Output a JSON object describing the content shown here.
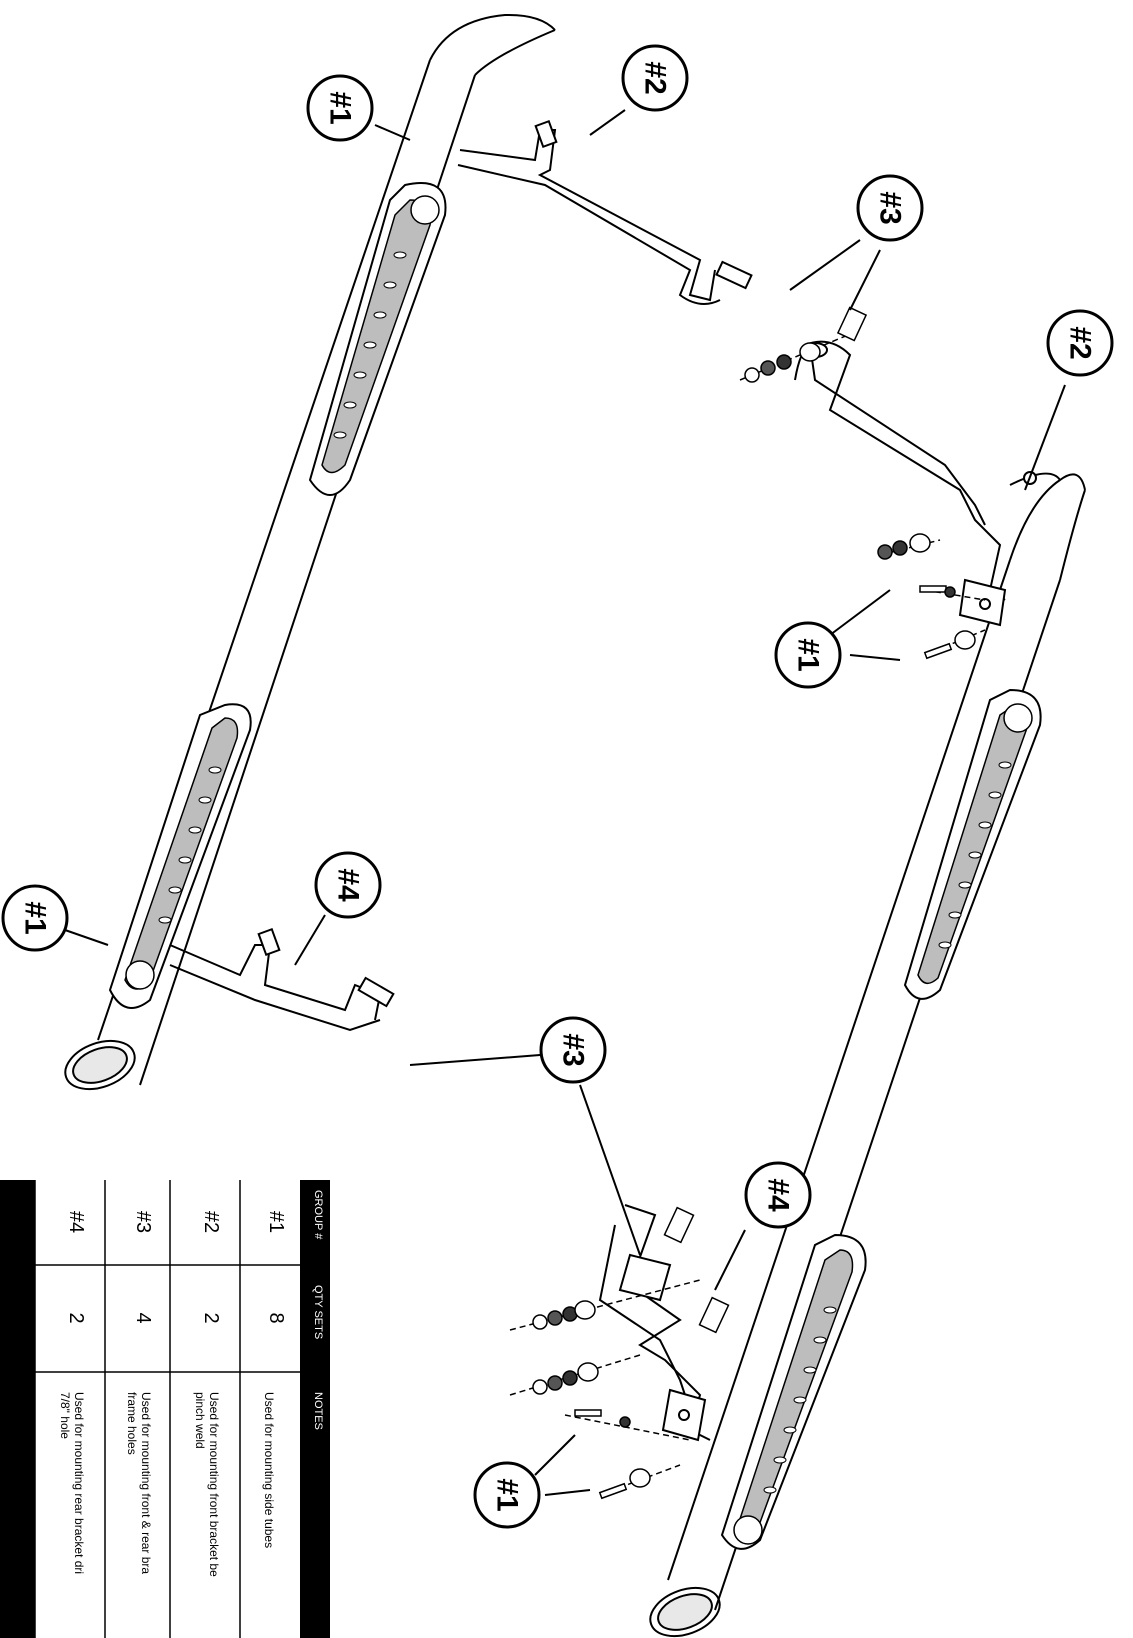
{
  "callouts": {
    "c1_top": "#1",
    "c2_top": "#2",
    "c3_top": "#3",
    "c2_right": "#2",
    "c1_right": "#1",
    "c4_left": "#4",
    "c1_left": "#1",
    "c3_bottom": "#3",
    "c4_bottom": "#4",
    "c1_bottom": "#1"
  },
  "table": {
    "headers": [
      "GROUP #",
      "QTY SETS",
      "NOTES"
    ],
    "rows": [
      {
        "group": "#1",
        "qty": "8",
        "notes": [
          "Used for mounting side tubes"
        ]
      },
      {
        "group": "#2",
        "qty": "2",
        "notes": [
          "Used for mounting front bracket be",
          "pinch weld"
        ]
      },
      {
        "group": "#3",
        "qty": "4",
        "notes": [
          "Used for mounting front & rear bra",
          "frame holes"
        ]
      },
      {
        "group": "#4",
        "qty": "2",
        "notes": [
          "Used for mounting rear bracket dri",
          "7/8\" hole"
        ]
      }
    ]
  }
}
